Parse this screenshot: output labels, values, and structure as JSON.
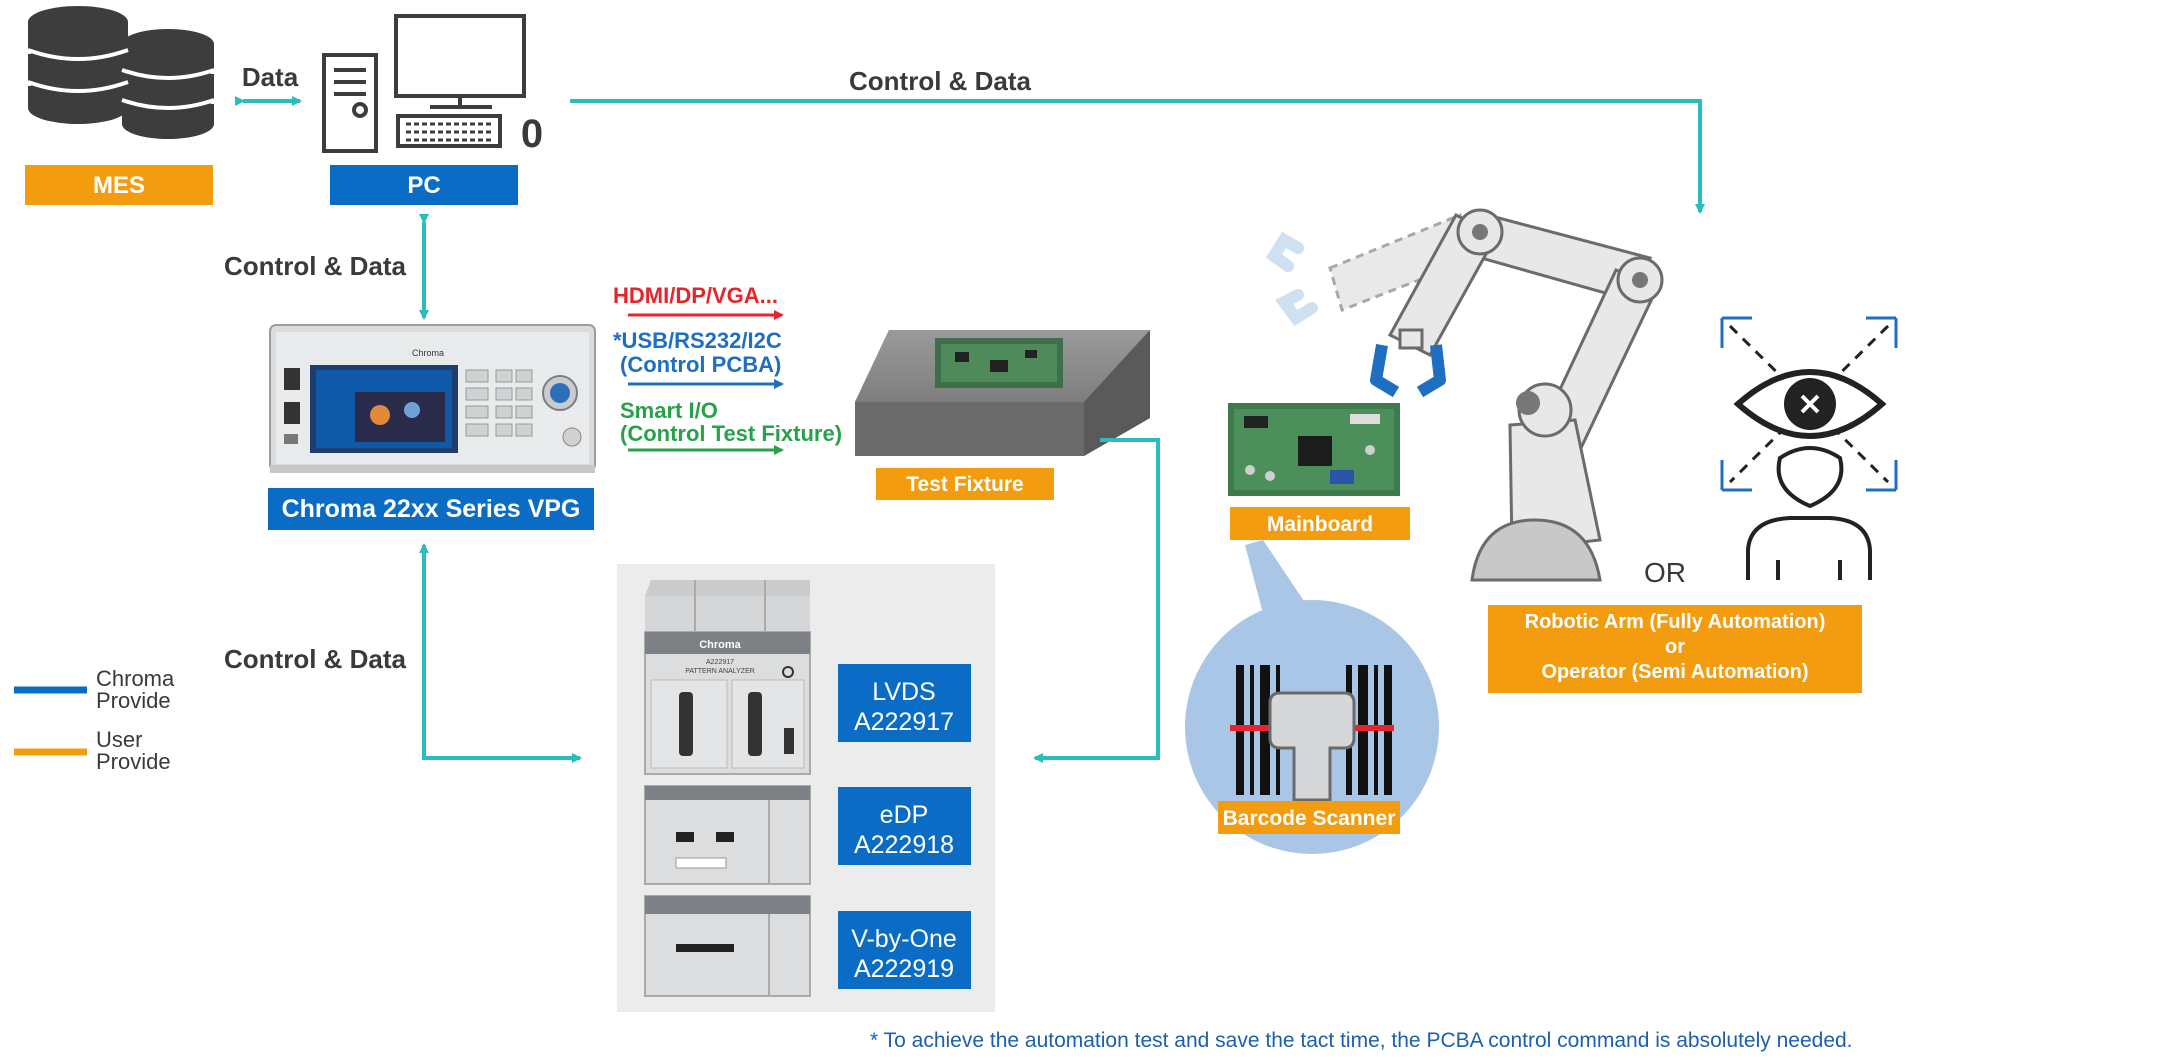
{
  "colors": {
    "chroma_blue": "#0a6cc4",
    "user_orange": "#f39c0f",
    "teal": "#2bbdbc",
    "hdmi_red": "#e8232b",
    "usb_blue": "#1e6fc2",
    "smart_green": "#27a24a",
    "text_dark": "#3a3a3a",
    "footnote_blue": "#1a5fb4"
  },
  "nodes": {
    "mes": "MES",
    "pc": "PC",
    "pc_zero": "0",
    "vpg": "Chroma 22xx Series VPG",
    "test_fixture": "Test Fixture",
    "mainboard": "Mainboard",
    "barcode_scanner": "Barcode Scanner",
    "analyzers": [
      {
        "name": "LVDS",
        "model": "A222917"
      },
      {
        "name": "eDP",
        "model": "A222918"
      },
      {
        "name": "V-by-One",
        "model": "A222919"
      }
    ],
    "robot_box": {
      "line1": "Robotic Arm (Fully Automation)",
      "line2": "or",
      "line3": "Operator (Semi Automation)"
    },
    "or_label": "OR"
  },
  "connections": {
    "data": "Data",
    "control_top": "Control & Data",
    "control_pc_vpg": "Control & Data",
    "control_vpg_analyzer": "Control & Data"
  },
  "signals": {
    "hdmi": "HDMI/DP/VGA...",
    "usb_line1": "*USB/RS232/I2C",
    "usb_line2": "(Control PCBA)",
    "smart_line1": "Smart I/O",
    "smart_line2": "(Control Test Fixture)"
  },
  "legend": [
    {
      "line1": "Chroma",
      "line2": "Provide",
      "color": "#0a6cc4"
    },
    {
      "line1": "User",
      "line2": "Provide",
      "color": "#f39c0f"
    }
  ],
  "device_text": {
    "vpg_brand": "Chroma",
    "analyzer_brand": "Chroma",
    "analyzer_model": "A222917",
    "analyzer_title": "PATTERN ANALYZER"
  },
  "footnote": "* To achieve the automation test and save the tact time, the PCBA control command is absolutely needed."
}
